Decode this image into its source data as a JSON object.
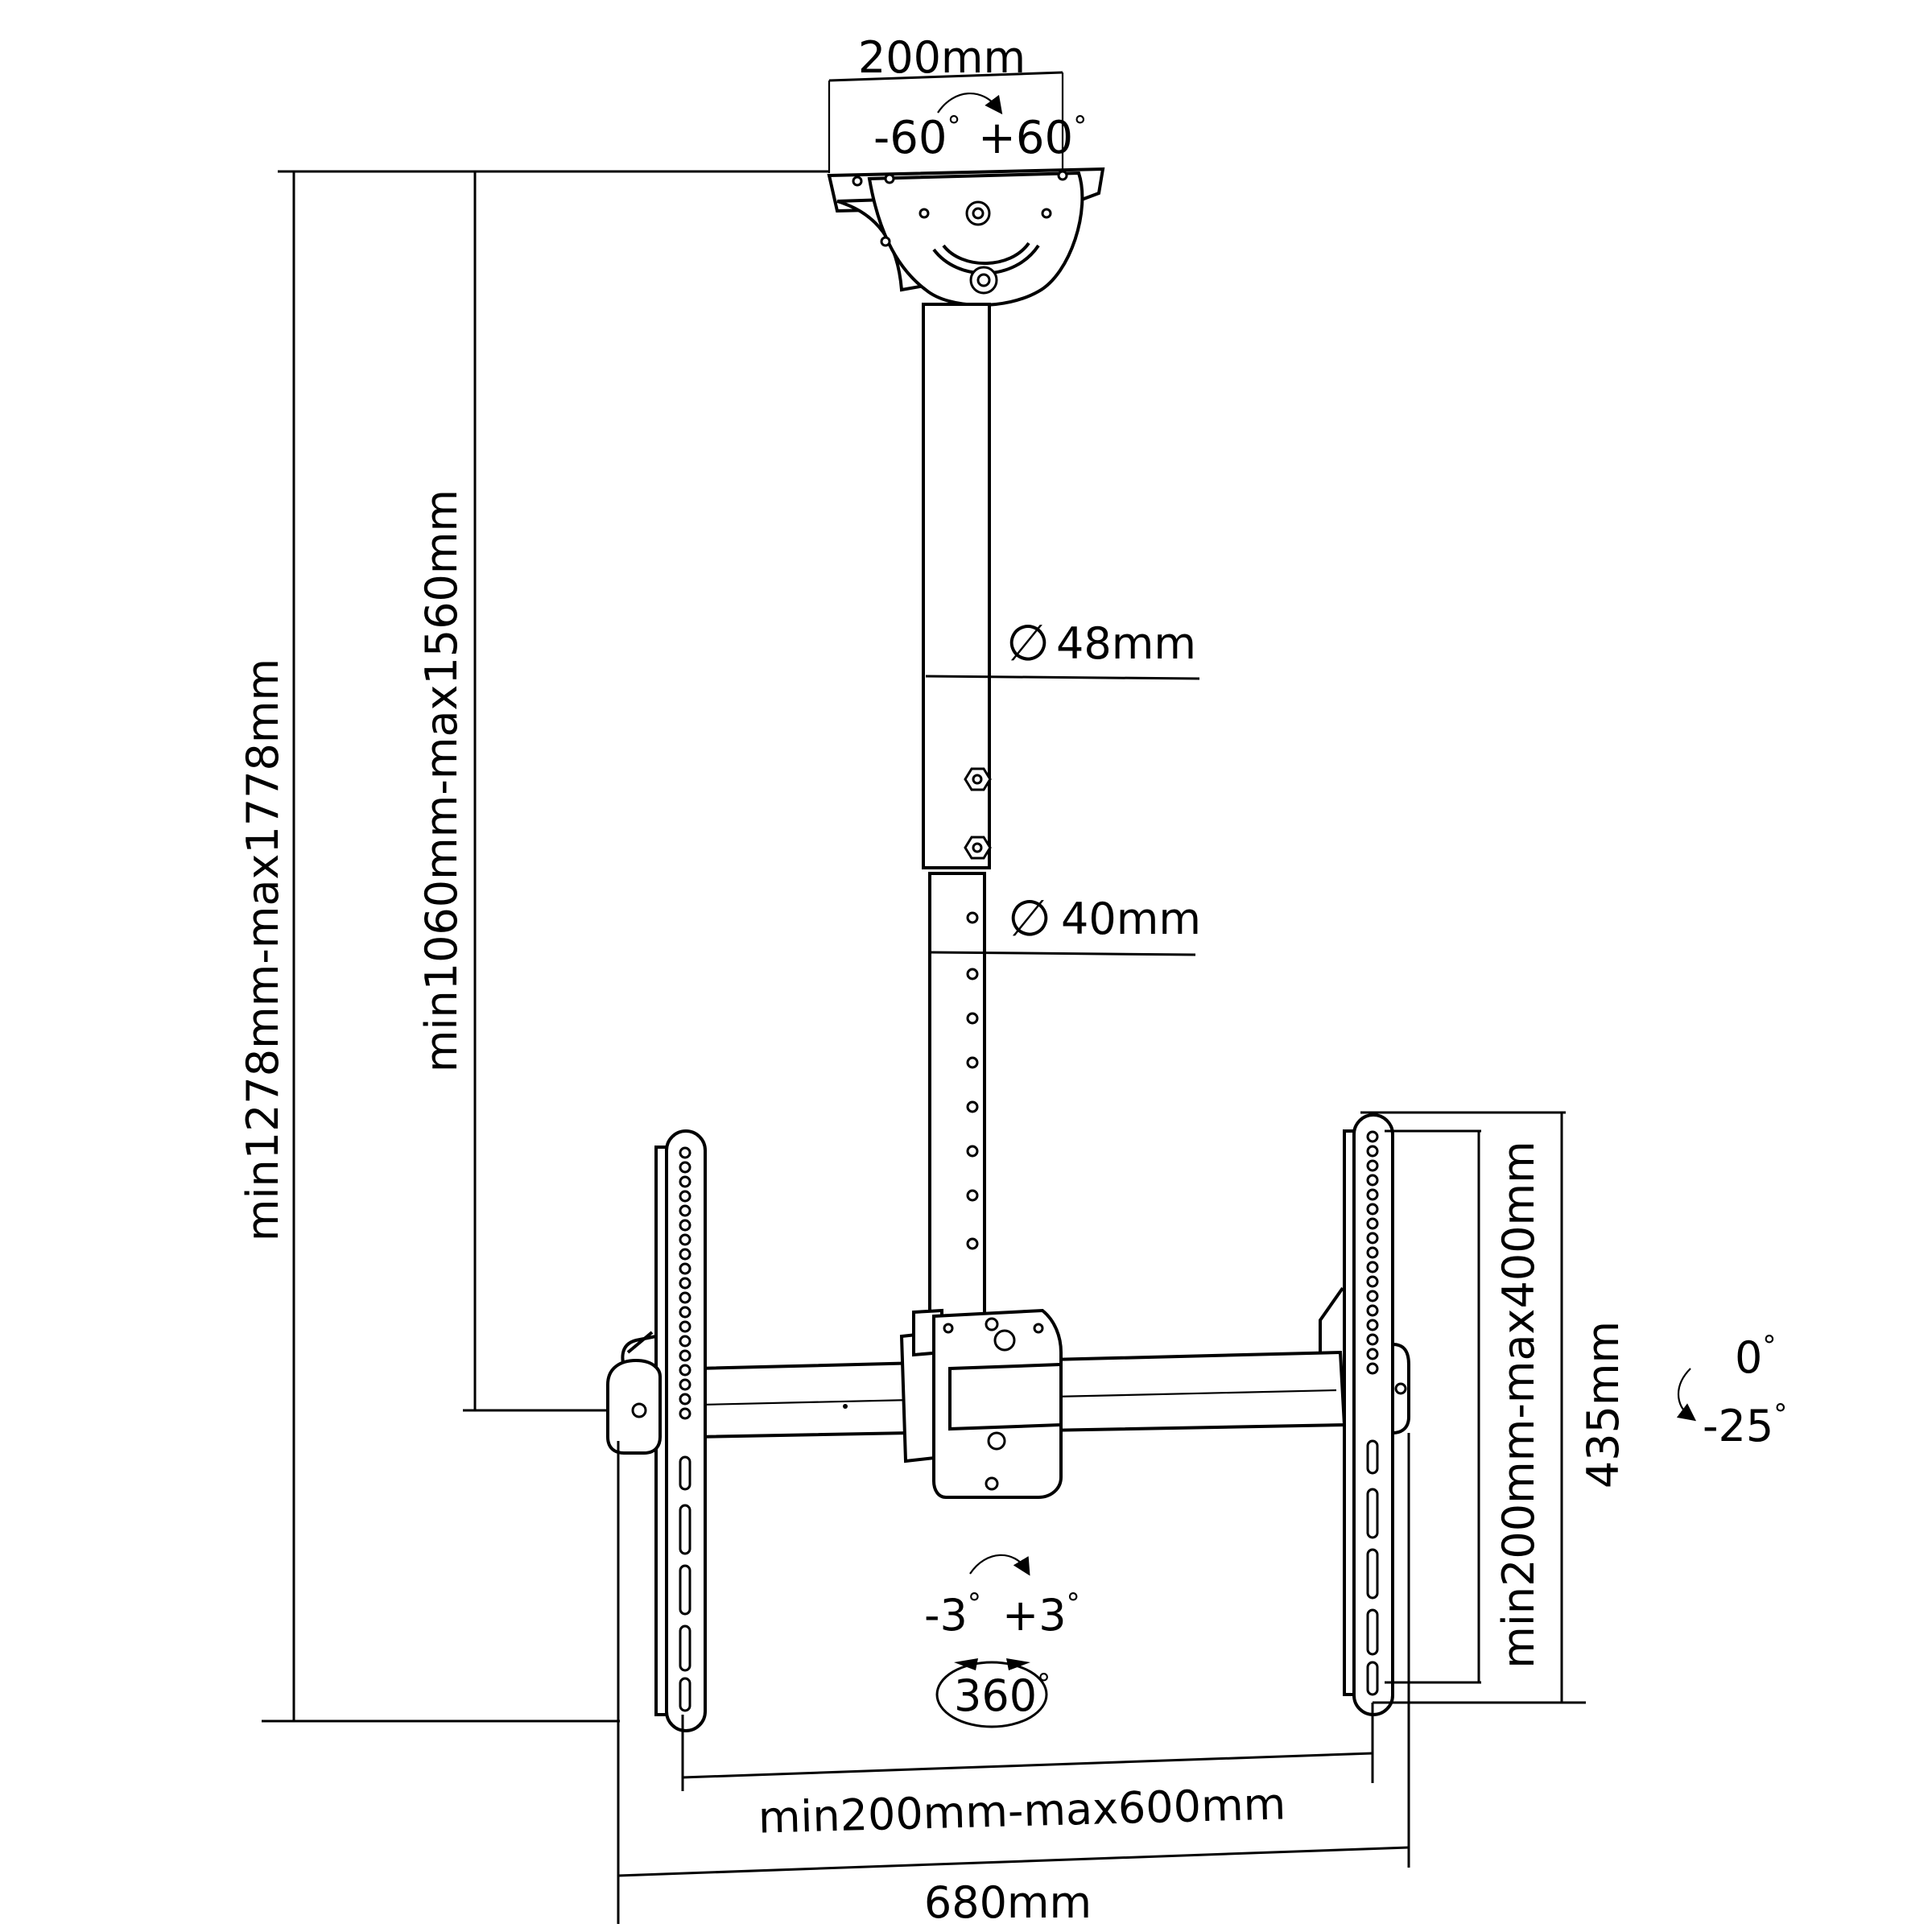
{
  "dimensions": {
    "plate_width": "200mm",
    "swivel_left": "-60",
    "swivel_right": "+60",
    "overall_height": "min1278mm-max1778mm",
    "pole_height": "min1060mm-max1560mm",
    "upper_pole_diameter": "48mm",
    "lower_pole_diameter": "40mm",
    "vesa_vertical": "min200mm-max400mm",
    "bracket_height": "435mm",
    "tilt_top": "0",
    "tilt_bottom": "-25",
    "level_left": "-3",
    "level_right": "+3",
    "rotation": "360",
    "vesa_horizontal": "min200mm-max600mm",
    "overall_width": "680mm"
  },
  "symbols": {
    "degree": "°",
    "diameter": "∅"
  }
}
